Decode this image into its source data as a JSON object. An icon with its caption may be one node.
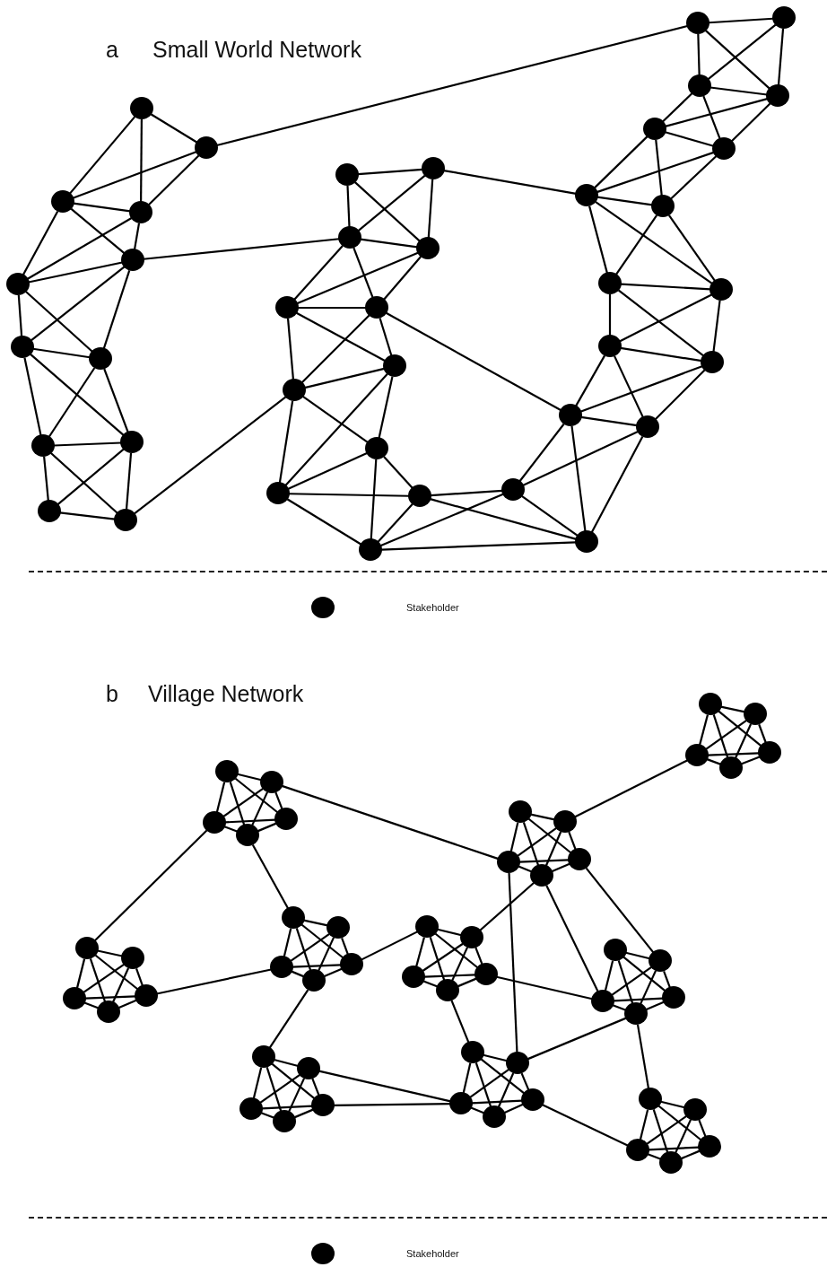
{
  "diagram": {
    "nodes": [
      {
        "text": [],
        "shape": "circle"
      },
      {
        "text": [],
        "shape": "circle"
      },
      {
        "text": [],
        "shape": "circle"
      },
      {
        "text": [],
        "shape": "circle"
      },
      {
        "text": [],
        "shape": "circle"
      },
      {
        "text": [],
        "shape": "circle"
      },
      {
        "text": [],
        "shape": "circle"
      },
      {
        "text": [],
        "shape": "circle"
      },
      {
        "text": [],
        "shape": "circle"
      },
      {
        "text": [],
        "shape": "circle"
      },
      {
        "text": [],
        "shape": "circle"
      },
      {
        "text": [],
        "shape": "circle"
      },
      {
        "text": [],
        "shape": "circle"
      },
      {
        "text": [],
        "shape": "circle"
      },
      {
        "text": [],
        "shape": "circle"
      },
      {
        "text": [],
        "shape": "circle"
      },
      {
        "text": [],
        "shape": "circle"
      },
      {
        "text": [],
        "shape": "circle"
      },
      {
        "text": [],
        "shape": "circle"
      },
      {
        "text": [],
        "shape": "circle"
      },
      {
        "text": [],
        "shape": "circle"
      },
      {
        "text": [],
        "shape": "circle"
      },
      {
        "text": [],
        "shape": "circle"
      },
      {
        "text": [],
        "shape": "circle"
      },
      {
        "text": [],
        "shape": "circle"
      },
      {
        "text": [],
        "shape": "circle"
      },
      {
        "text": [],
        "shape": "circle"
      },
      {
        "text": [],
        "shape": "circle"
      },
      {
        "text": [],
        "shape": "circle"
      },
      {
        "text": [],
        "shape": "circle"
      },
      {
        "text": [],
        "shape": "circle"
      },
      {
        "text": [],
        "shape": "circle"
      },
      {
        "text": [],
        "shape": "circle"
      },
      {
        "text": [],
        "shape": "circle"
      },
      {
        "text": [],
        "shape": "circle"
      },
      {
        "text": [],
        "shape": "circle"
      },
      {
        "text": [],
        "shape": "circle"
      },
      {
        "text": [],
        "shape": "circle"
      },
      {
        "text": [],
        "shape": "circle"
      },
      {
        "text": [],
        "shape": "circle"
      },
      {
        "text": [],
        "shape": "circle"
      },
      {
        "text": [],
        "shape": "circle"
      },
      {
        "text": [],
        "shape": "circle"
      },
      {
        "text": [],
        "shape": "circle"
      },
      {
        "text": [],
        "shape": "circle"
      },
      {
        "text": [],
        "shape": "circle"
      },
      {
        "text": [],
        "shape": "circle"
      },
      {
        "text": [],
        "shape": "circle"
      },
      {
        "text": [],
        "shape": "circle"
      },
      {
        "text": [],
        "shape": "circle"
      },
      {
        "text": [],
        "shape": "circle"
      },
      {
        "text": [],
        "shape": "circle"
      },
      {
        "text": [],
        "shape": "circle"
      },
      {
        "text": [],
        "shape": "circle"
      },
      {
        "text": [],
        "shape": "circle"
      },
      {
        "text": [],
        "shape": "circle"
      },
      {
        "text": [],
        "shape": "circle"
      },
      {
        "text": [],
        "shape": "circle"
      },
      {
        "text": [],
        "shape": "circle"
      },
      {
        "text": [],
        "shape": "circle"
      },
      {
        "text": [],
        "shape": "circle"
      },
      {
        "text": [],
        "shape": "circle"
      },
      {
        "text": [],
        "shape": "circle"
      },
      {
        "text": [],
        "shape": "circle"
      },
      {
        "text": [],
        "shape": "circle"
      },
      {
        "text": [],
        "shape": "circle"
      },
      {
        "text": [],
        "shape": "circle"
      },
      {
        "text": [],
        "shape": "circle"
      },
      {
        "text": [],
        "shape": "circle"
      },
      {
        "text": [],
        "shape": "circle"
      },
      {
        "text": [],
        "shape": "circle"
      },
      {
        "text": [],
        "shape": "circle"
      },
      {
        "text": [],
        "shape": "circle"
      },
      {
        "text": [],
        "shape": "circle"
      },
      {
        "text": [],
        "shape": "circle"
      },
      {
        "text": [],
        "shape": "circle"
      },
      {
        "text": [],
        "shape": "circle"
      },
      {
        "text": [],
        "shape": "circle"
      },
      {
        "text": [],
        "shape": "circle"
      },
      {
        "text": [],
        "shape": "circle"
      },
      {
        "text": [],
        "shape": "circle"
      },
      {
        "text": [],
        "shape": "circle"
      },
      {
        "text": [],
        "shape": "circle"
      },
      {
        "text": [],
        "shape": "circle"
      },
      {
        "text": [],
        "shape": "circle"
      },
      {
        "text": [],
        "shape": "circle"
      },
      {
        "text": [],
        "shape": "circle"
      },
      {
        "text": [],
        "shape": "circle"
      },
      {
        "text": [],
        "shape": "circle"
      },
      {
        "text": [],
        "shape": "circle"
      }
    ],
    "edges": [
      {
        "from": 0,
        "to": 1,
        "arrow": "none"
      },
      {
        "from": 0,
        "to": 2,
        "arrow": "none"
      },
      {
        "from": 0,
        "to": 3,
        "arrow": "none"
      },
      {
        "from": 1,
        "to": 2,
        "arrow": "none"
      },
      {
        "from": 1,
        "to": 3,
        "arrow": "none"
      },
      {
        "from": 1,
        "to": 24,
        "arrow": "none"
      },
      {
        "from": 2,
        "to": 3,
        "arrow": "none"
      },
      {
        "from": 2,
        "to": 4,
        "arrow": "none"
      },
      {
        "from": 2,
        "to": 5,
        "arrow": "none"
      },
      {
        "from": 3,
        "to": 4,
        "arrow": "none"
      },
      {
        "from": 3,
        "to": 5,
        "arrow": "none"
      },
      {
        "from": 4,
        "to": 5,
        "arrow": "none"
      },
      {
        "from": 4,
        "to": 6,
        "arrow": "none"
      },
      {
        "from": 4,
        "to": 7,
        "arrow": "none"
      },
      {
        "from": 4,
        "to": 14,
        "arrow": "none"
      },
      {
        "from": 5,
        "to": 6,
        "arrow": "none"
      },
      {
        "from": 5,
        "to": 7,
        "arrow": "none"
      },
      {
        "from": 6,
        "to": 7,
        "arrow": "none"
      },
      {
        "from": 6,
        "to": 8,
        "arrow": "none"
      },
      {
        "from": 6,
        "to": 9,
        "arrow": "none"
      },
      {
        "from": 7,
        "to": 8,
        "arrow": "none"
      },
      {
        "from": 7,
        "to": 9,
        "arrow": "none"
      },
      {
        "from": 8,
        "to": 9,
        "arrow": "none"
      },
      {
        "from": 8,
        "to": 10,
        "arrow": "none"
      },
      {
        "from": 8,
        "to": 11,
        "arrow": "none"
      },
      {
        "from": 9,
        "to": 10,
        "arrow": "none"
      },
      {
        "from": 9,
        "to": 11,
        "arrow": "none"
      },
      {
        "from": 10,
        "to": 11,
        "arrow": "none"
      },
      {
        "from": 11,
        "to": 19,
        "arrow": "none"
      },
      {
        "from": 12,
        "to": 13,
        "arrow": "none"
      },
      {
        "from": 12,
        "to": 14,
        "arrow": "none"
      },
      {
        "from": 12,
        "to": 15,
        "arrow": "none"
      },
      {
        "from": 13,
        "to": 14,
        "arrow": "none"
      },
      {
        "from": 13,
        "to": 15,
        "arrow": "none"
      },
      {
        "from": 13,
        "to": 30,
        "arrow": "none"
      },
      {
        "from": 14,
        "to": 15,
        "arrow": "none"
      },
      {
        "from": 14,
        "to": 16,
        "arrow": "none"
      },
      {
        "from": 14,
        "to": 17,
        "arrow": "none"
      },
      {
        "from": 15,
        "to": 16,
        "arrow": "none"
      },
      {
        "from": 15,
        "to": 17,
        "arrow": "none"
      },
      {
        "from": 16,
        "to": 17,
        "arrow": "none"
      },
      {
        "from": 16,
        "to": 18,
        "arrow": "none"
      },
      {
        "from": 16,
        "to": 19,
        "arrow": "none"
      },
      {
        "from": 17,
        "to": 18,
        "arrow": "none"
      },
      {
        "from": 17,
        "to": 19,
        "arrow": "none"
      },
      {
        "from": 17,
        "to": 36,
        "arrow": "none"
      },
      {
        "from": 18,
        "to": 19,
        "arrow": "none"
      },
      {
        "from": 18,
        "to": 20,
        "arrow": "none"
      },
      {
        "from": 18,
        "to": 21,
        "arrow": "none"
      },
      {
        "from": 19,
        "to": 20,
        "arrow": "none"
      },
      {
        "from": 19,
        "to": 21,
        "arrow": "none"
      },
      {
        "from": 20,
        "to": 21,
        "arrow": "none"
      },
      {
        "from": 20,
        "to": 22,
        "arrow": "none"
      },
      {
        "from": 20,
        "to": 23,
        "arrow": "none"
      },
      {
        "from": 21,
        "to": 22,
        "arrow": "none"
      },
      {
        "from": 21,
        "to": 23,
        "arrow": "none"
      },
      {
        "from": 22,
        "to": 23,
        "arrow": "none"
      },
      {
        "from": 22,
        "to": 38,
        "arrow": "none"
      },
      {
        "from": 22,
        "to": 39,
        "arrow": "none"
      },
      {
        "from": 23,
        "to": 38,
        "arrow": "none"
      },
      {
        "from": 23,
        "to": 39,
        "arrow": "none"
      },
      {
        "from": 24,
        "to": 25,
        "arrow": "none"
      },
      {
        "from": 24,
        "to": 26,
        "arrow": "none"
      },
      {
        "from": 24,
        "to": 27,
        "arrow": "none"
      },
      {
        "from": 25,
        "to": 26,
        "arrow": "none"
      },
      {
        "from": 25,
        "to": 27,
        "arrow": "none"
      },
      {
        "from": 26,
        "to": 27,
        "arrow": "none"
      },
      {
        "from": 26,
        "to": 28,
        "arrow": "none"
      },
      {
        "from": 26,
        "to": 29,
        "arrow": "none"
      },
      {
        "from": 27,
        "to": 28,
        "arrow": "none"
      },
      {
        "from": 27,
        "to": 29,
        "arrow": "none"
      },
      {
        "from": 28,
        "to": 29,
        "arrow": "none"
      },
      {
        "from": 28,
        "to": 30,
        "arrow": "none"
      },
      {
        "from": 28,
        "to": 31,
        "arrow": "none"
      },
      {
        "from": 29,
        "to": 30,
        "arrow": "none"
      },
      {
        "from": 29,
        "to": 31,
        "arrow": "none"
      },
      {
        "from": 30,
        "to": 31,
        "arrow": "none"
      },
      {
        "from": 30,
        "to": 32,
        "arrow": "none"
      },
      {
        "from": 30,
        "to": 33,
        "arrow": "none"
      },
      {
        "from": 31,
        "to": 32,
        "arrow": "none"
      },
      {
        "from": 31,
        "to": 33,
        "arrow": "none"
      },
      {
        "from": 32,
        "to": 33,
        "arrow": "none"
      },
      {
        "from": 32,
        "to": 34,
        "arrow": "none"
      },
      {
        "from": 32,
        "to": 35,
        "arrow": "none"
      },
      {
        "from": 33,
        "to": 34,
        "arrow": "none"
      },
      {
        "from": 33,
        "to": 35,
        "arrow": "none"
      },
      {
        "from": 34,
        "to": 35,
        "arrow": "none"
      },
      {
        "from": 34,
        "to": 36,
        "arrow": "none"
      },
      {
        "from": 34,
        "to": 37,
        "arrow": "none"
      },
      {
        "from": 35,
        "to": 36,
        "arrow": "none"
      },
      {
        "from": 35,
        "to": 37,
        "arrow": "none"
      },
      {
        "from": 36,
        "to": 37,
        "arrow": "none"
      },
      {
        "from": 36,
        "to": 38,
        "arrow": "none"
      },
      {
        "from": 36,
        "to": 39,
        "arrow": "none"
      },
      {
        "from": 37,
        "to": 38,
        "arrow": "none"
      },
      {
        "from": 37,
        "to": 39,
        "arrow": "none"
      },
      {
        "from": 38,
        "to": 39,
        "arrow": "none"
      },
      {
        "from": 40,
        "to": 41,
        "arrow": "none"
      },
      {
        "from": 40,
        "to": 42,
        "arrow": "none"
      },
      {
        "from": 40,
        "to": 43,
        "arrow": "none"
      },
      {
        "from": 40,
        "to": 44,
        "arrow": "none"
      },
      {
        "from": 41,
        "to": 42,
        "arrow": "none"
      },
      {
        "from": 41,
        "to": 43,
        "arrow": "none"
      },
      {
        "from": 41,
        "to": 44,
        "arrow": "none"
      },
      {
        "from": 42,
        "to": 43,
        "arrow": "none"
      },
      {
        "from": 42,
        "to": 44,
        "arrow": "none"
      },
      {
        "from": 43,
        "to": 44,
        "arrow": "none"
      },
      {
        "from": 45,
        "to": 46,
        "arrow": "none"
      },
      {
        "from": 45,
        "to": 47,
        "arrow": "none"
      },
      {
        "from": 45,
        "to": 48,
        "arrow": "none"
      },
      {
        "from": 45,
        "to": 49,
        "arrow": "none"
      },
      {
        "from": 46,
        "to": 47,
        "arrow": "none"
      },
      {
        "from": 46,
        "to": 48,
        "arrow": "none"
      },
      {
        "from": 46,
        "to": 49,
        "arrow": "none"
      },
      {
        "from": 47,
        "to": 48,
        "arrow": "none"
      },
      {
        "from": 47,
        "to": 49,
        "arrow": "none"
      },
      {
        "from": 48,
        "to": 49,
        "arrow": "none"
      },
      {
        "from": 50,
        "to": 51,
        "arrow": "none"
      },
      {
        "from": 50,
        "to": 52,
        "arrow": "none"
      },
      {
        "from": 50,
        "to": 53,
        "arrow": "none"
      },
      {
        "from": 50,
        "to": 54,
        "arrow": "none"
      },
      {
        "from": 51,
        "to": 52,
        "arrow": "none"
      },
      {
        "from": 51,
        "to": 53,
        "arrow": "none"
      },
      {
        "from": 51,
        "to": 54,
        "arrow": "none"
      },
      {
        "from": 52,
        "to": 53,
        "arrow": "none"
      },
      {
        "from": 52,
        "to": 54,
        "arrow": "none"
      },
      {
        "from": 53,
        "to": 54,
        "arrow": "none"
      },
      {
        "from": 55,
        "to": 56,
        "arrow": "none"
      },
      {
        "from": 55,
        "to": 57,
        "arrow": "none"
      },
      {
        "from": 55,
        "to": 58,
        "arrow": "none"
      },
      {
        "from": 55,
        "to": 59,
        "arrow": "none"
      },
      {
        "from": 56,
        "to": 57,
        "arrow": "none"
      },
      {
        "from": 56,
        "to": 58,
        "arrow": "none"
      },
      {
        "from": 56,
        "to": 59,
        "arrow": "none"
      },
      {
        "from": 57,
        "to": 58,
        "arrow": "none"
      },
      {
        "from": 57,
        "to": 59,
        "arrow": "none"
      },
      {
        "from": 58,
        "to": 59,
        "arrow": "none"
      },
      {
        "from": 60,
        "to": 61,
        "arrow": "none"
      },
      {
        "from": 60,
        "to": 62,
        "arrow": "none"
      },
      {
        "from": 60,
        "to": 63,
        "arrow": "none"
      },
      {
        "from": 60,
        "to": 64,
        "arrow": "none"
      },
      {
        "from": 61,
        "to": 62,
        "arrow": "none"
      },
      {
        "from": 61,
        "to": 63,
        "arrow": "none"
      },
      {
        "from": 61,
        "to": 64,
        "arrow": "none"
      },
      {
        "from": 62,
        "to": 63,
        "arrow": "none"
      },
      {
        "from": 62,
        "to": 64,
        "arrow": "none"
      },
      {
        "from": 63,
        "to": 64,
        "arrow": "none"
      },
      {
        "from": 65,
        "to": 66,
        "arrow": "none"
      },
      {
        "from": 65,
        "to": 67,
        "arrow": "none"
      },
      {
        "from": 65,
        "to": 68,
        "arrow": "none"
      },
      {
        "from": 65,
        "to": 69,
        "arrow": "none"
      },
      {
        "from": 66,
        "to": 67,
        "arrow": "none"
      },
      {
        "from": 66,
        "to": 68,
        "arrow": "none"
      },
      {
        "from": 66,
        "to": 69,
        "arrow": "none"
      },
      {
        "from": 67,
        "to": 68,
        "arrow": "none"
      },
      {
        "from": 67,
        "to": 69,
        "arrow": "none"
      },
      {
        "from": 68,
        "to": 69,
        "arrow": "none"
      },
      {
        "from": 70,
        "to": 71,
        "arrow": "none"
      },
      {
        "from": 70,
        "to": 72,
        "arrow": "none"
      },
      {
        "from": 70,
        "to": 73,
        "arrow": "none"
      },
      {
        "from": 70,
        "to": 74,
        "arrow": "none"
      },
      {
        "from": 71,
        "to": 72,
        "arrow": "none"
      },
      {
        "from": 71,
        "to": 73,
        "arrow": "none"
      },
      {
        "from": 71,
        "to": 74,
        "arrow": "none"
      },
      {
        "from": 72,
        "to": 73,
        "arrow": "none"
      },
      {
        "from": 72,
        "to": 74,
        "arrow": "none"
      },
      {
        "from": 73,
        "to": 74,
        "arrow": "none"
      },
      {
        "from": 75,
        "to": 76,
        "arrow": "none"
      },
      {
        "from": 75,
        "to": 77,
        "arrow": "none"
      },
      {
        "from": 75,
        "to": 78,
        "arrow": "none"
      },
      {
        "from": 75,
        "to": 79,
        "arrow": "none"
      },
      {
        "from": 76,
        "to": 77,
        "arrow": "none"
      },
      {
        "from": 76,
        "to": 78,
        "arrow": "none"
      },
      {
        "from": 76,
        "to": 79,
        "arrow": "none"
      },
      {
        "from": 77,
        "to": 78,
        "arrow": "none"
      },
      {
        "from": 77,
        "to": 79,
        "arrow": "none"
      },
      {
        "from": 78,
        "to": 79,
        "arrow": "none"
      },
      {
        "from": 80,
        "to": 81,
        "arrow": "none"
      },
      {
        "from": 80,
        "to": 82,
        "arrow": "none"
      },
      {
        "from": 80,
        "to": 83,
        "arrow": "none"
      },
      {
        "from": 80,
        "to": 84,
        "arrow": "none"
      },
      {
        "from": 81,
        "to": 82,
        "arrow": "none"
      },
      {
        "from": 81,
        "to": 83,
        "arrow": "none"
      },
      {
        "from": 81,
        "to": 84,
        "arrow": "none"
      },
      {
        "from": 82,
        "to": 83,
        "arrow": "none"
      },
      {
        "from": 82,
        "to": 84,
        "arrow": "none"
      },
      {
        "from": 83,
        "to": 84,
        "arrow": "none"
      },
      {
        "from": 85,
        "to": 86,
        "arrow": "none"
      },
      {
        "from": 85,
        "to": 87,
        "arrow": "none"
      },
      {
        "from": 85,
        "to": 88,
        "arrow": "none"
      },
      {
        "from": 85,
        "to": 89,
        "arrow": "none"
      },
      {
        "from": 86,
        "to": 87,
        "arrow": "none"
      },
      {
        "from": 86,
        "to": 88,
        "arrow": "none"
      },
      {
        "from": 86,
        "to": 89,
        "arrow": "none"
      },
      {
        "from": 87,
        "to": 88,
        "arrow": "none"
      },
      {
        "from": 87,
        "to": 89,
        "arrow": "none"
      },
      {
        "from": 88,
        "to": 89,
        "arrow": "none"
      },
      {
        "from": 41,
        "to": 69,
        "arrow": "none"
      },
      {
        "from": 44,
        "to": 45,
        "arrow": "none"
      },
      {
        "from": 43,
        "to": 50,
        "arrow": "none"
      },
      {
        "from": 47,
        "to": 54,
        "arrow": "none"
      },
      {
        "from": 52,
        "to": 70,
        "arrow": "none"
      },
      {
        "from": 53,
        "to": 55,
        "arrow": "none"
      },
      {
        "from": 56,
        "to": 84,
        "arrow": "none"
      },
      {
        "from": 57,
        "to": 84,
        "arrow": "none"
      },
      {
        "from": 64,
        "to": 66,
        "arrow": "none"
      },
      {
        "from": 69,
        "to": 81,
        "arrow": "none"
      },
      {
        "from": 68,
        "to": 71,
        "arrow": "none"
      },
      {
        "from": 68,
        "to": 79,
        "arrow": "none"
      },
      {
        "from": 67,
        "to": 76,
        "arrow": "none"
      },
      {
        "from": 72,
        "to": 79,
        "arrow": "none"
      },
      {
        "from": 73,
        "to": 80,
        "arrow": "none"
      },
      {
        "from": 78,
        "to": 81,
        "arrow": "none"
      },
      {
        "from": 78,
        "to": 85,
        "arrow": "none"
      },
      {
        "from": 82,
        "to": 89,
        "arrow": "none"
      }
    ],
    "labels": [
      "a",
      "Small World Network",
      "b",
      "Village Network"
    ],
    "legend": [
      {
        "text": "Stakeholder"
      },
      {
        "text": "Stakeholder"
      }
    ]
  }
}
